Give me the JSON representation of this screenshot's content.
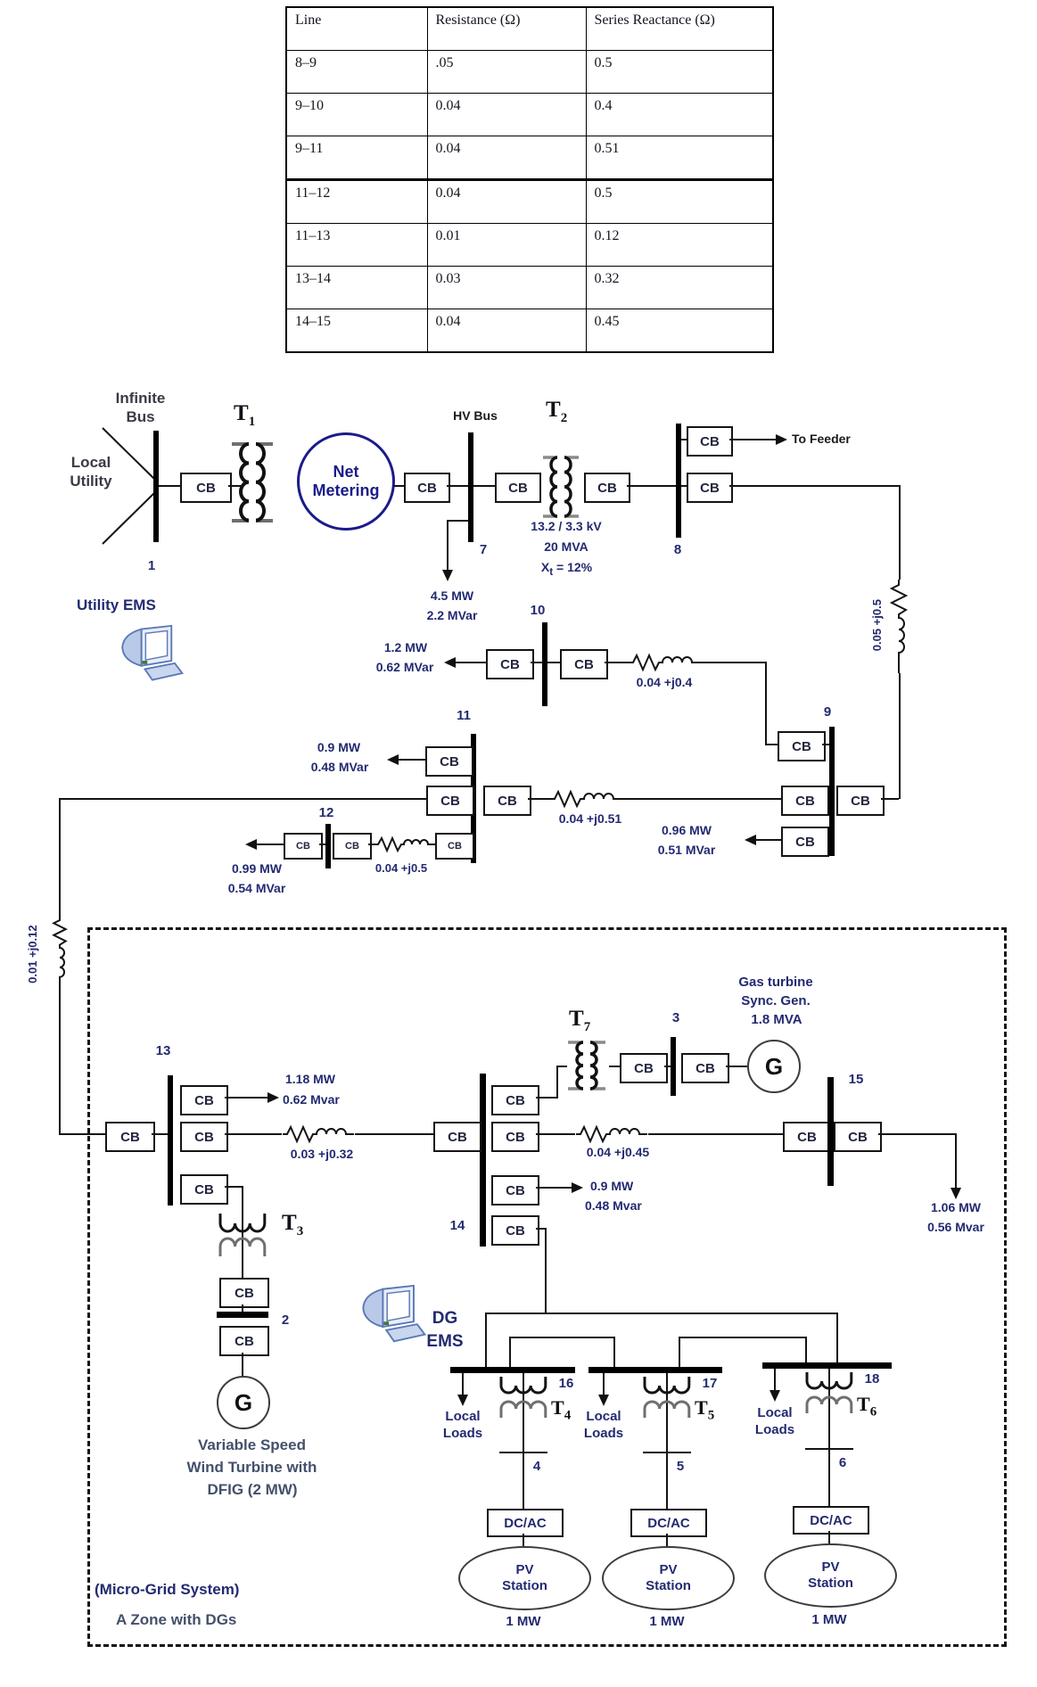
{
  "table": {
    "headers": [
      "Line",
      "Resistance (Ω)",
      "Series Reactance (Ω)"
    ],
    "rows": [
      {
        "line": "8–9",
        "r": ".05",
        "x": "0.5"
      },
      {
        "line": "9–10",
        "r": "0.04",
        "x": "0.4"
      },
      {
        "line": "9–11",
        "r": "0.04",
        "x": "0.51"
      },
      {
        "line": "11–12",
        "r": "0.04",
        "x": "0.5"
      },
      {
        "line": "11–13",
        "r": "0.01",
        "x": "0.12"
      },
      {
        "line": "13–14",
        "r": "0.03",
        "x": "0.32"
      },
      {
        "line": "14–15",
        "r": "0.04",
        "x": "0.45"
      }
    ]
  },
  "labels": {
    "cb": "CB",
    "infinite_1": "Infinite",
    "infinite_2": "Bus",
    "local_1": "Local",
    "local_2": "Utility",
    "hv_bus": "HV Bus",
    "to_feeder": "To Feeder",
    "net_1": "Net",
    "net_2": "Metering",
    "utility_ems": "Utility EMS",
    "dg_1": "DG",
    "dg_2": "EMS"
  },
  "tf": {
    "letter": "T",
    "s1": "1",
    "s2": "2",
    "s3": "3",
    "s4": "4",
    "s5": "5",
    "s6": "6",
    "s7": "7"
  },
  "t2_rating": {
    "kv": "13.2 / 3.3 kV",
    "mva": "20 MVA",
    "x_pre": "X",
    "x_sub": "t",
    "x_post": " = 12%"
  },
  "bus": {
    "b1": "1",
    "b2": "2",
    "b3": "3",
    "b4": "4",
    "b5": "5",
    "b6": "6",
    "b7": "7",
    "b8": "8",
    "b9": "9",
    "b10": "10",
    "b11": "11",
    "b12": "12",
    "b13": "13",
    "b14": "14",
    "b15": "15",
    "b16": "16",
    "b17": "17",
    "b18": "18"
  },
  "loads": {
    "l7a": "4.5 MW",
    "l7b": "2.2 MVar",
    "l10a": "1.2 MW",
    "l10b": "0.62 MVar",
    "l11a": "0.9 MW",
    "l11b": "0.48 MVar",
    "l12a": "0.99 MW",
    "l12b": "0.54 MVar",
    "l9a": "0.96 MW",
    "l9b": "0.51 MVar",
    "l13a": "1.18 MW",
    "l13b": "0.62 Mvar",
    "l14a": "0.9 MW",
    "l14b": "0.48 Mvar",
    "l15a": "1.06 MW",
    "l15b": "0.56 Mvar"
  },
  "imp": {
    "i89": "0.05 +j0.5",
    "i910": "0.04 +j0.4",
    "i911": "0.04 +j0.51",
    "i1112": "0.04 +j0.5",
    "i1113": "0.01 +j0.12",
    "i1314": "0.03 +j0.32",
    "i1415": "0.04 +j0.45"
  },
  "gen": {
    "gas_1": "Gas turbine",
    "gas_2": "Sync. Gen.",
    "gas_3": "1.8 MVA",
    "g": "G",
    "wind_1": "Variable Speed",
    "wind_2": "Wind Turbine with",
    "wind_3": "DFIG (2 MW)"
  },
  "pv": {
    "dc_ac": "DC/AC",
    "line1": "PV",
    "line2": "Station",
    "rating": "1 MW",
    "local_1": "Local",
    "local_2": "Loads"
  },
  "zone": {
    "line1": "(Micro-Grid System)",
    "line2": "A Zone with DGs"
  },
  "colors": {
    "navy": "#232a70",
    "net_metering_border": "#1b1b8a",
    "wire": "#141414"
  },
  "icons": {
    "utility_ems": "computer-icon",
    "dg_ems": "computer-icon"
  }
}
